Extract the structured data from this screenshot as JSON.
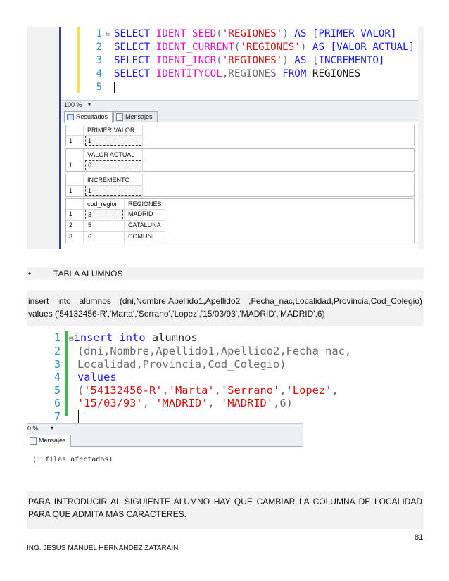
{
  "query1": {
    "lines": [
      {
        "num": "1",
        "select": "SELECT",
        "fn": "IDENT_SEED",
        "arg": "'REGIONES'",
        "as": "AS",
        "alias": "[PRIMER VALOR]"
      },
      {
        "num": "2",
        "select": "SELECT",
        "fn": "IDENT_CURRENT",
        "arg": "'REGIONES'",
        "as": "AS",
        "alias": "[VALOR ACTUAL]"
      },
      {
        "num": "3",
        "select": "SELECT",
        "fn": "IDENT_INCR",
        "arg": "'REGIONES'",
        "as": "AS",
        "alias": "[INCREMENTO]"
      },
      {
        "num": "4",
        "select": "SELECT",
        "fn": "IDENTITYCOL",
        "rest": ",REGIONES",
        "from": "FROM",
        "table": "REGIONES"
      },
      {
        "num": "5"
      }
    ],
    "zoom": "100 %",
    "tabs": {
      "results": "Resultados",
      "messages": "Mensajes"
    },
    "grids": [
      {
        "header": "PRIMER VALOR",
        "row": "1",
        "value": "1"
      },
      {
        "header": "VALOR ACTUAL",
        "row": "1",
        "value": "6"
      },
      {
        "header": "INCREMENTO",
        "row": "1",
        "value": "1"
      }
    ],
    "regions": {
      "headers": [
        "cod_region",
        "REGIONES"
      ],
      "rows": [
        {
          "n": "1",
          "cod": "3",
          "name": "MADRID"
        },
        {
          "n": "2",
          "cod": "5",
          "name": "CATALUÑA"
        },
        {
          "n": "3",
          "cod": "6",
          "name": "COMUNI..."
        }
      ]
    }
  },
  "bullet": {
    "symbol": "•",
    "text": "TABLA ALUMNOS"
  },
  "insert_text": {
    "line1": "insert into alumnos (dni,Nombre,Apellido1,Apellido2 ,Fecha_nac,Localidad,Provincia,Cod_Colegio)",
    "line2": "values ('54132456-R','Marta','Serrano','Lopez','15/03/93','MADRID','MADRID',6)"
  },
  "query2": {
    "lines": [
      {
        "num": "1"
      },
      {
        "num": "2"
      },
      {
        "num": "3"
      },
      {
        "num": "4"
      },
      {
        "num": "5"
      },
      {
        "num": "6"
      },
      {
        "num": "7"
      }
    ],
    "l1_kw1": "insert",
    "l1_kw2": "into",
    "l1_table": "alumnos",
    "l2": "(dni,Nombre,Apellido1,Apellido2,Fecha_nac,",
    "l3": "Localidad,Provincia,Cod_Colegio)",
    "l4": "values",
    "l5_open": "(",
    "l5_s1": "'54132456-R'",
    "l5_s2": "'Marta'",
    "l5_s3": "'Serrano'",
    "l5_s4": "'Lopez'",
    "l6_s1": "'15/03/93'",
    "l6_s2": "'MADRID'",
    "l6_s3": "'MADRID'",
    "l6_end": ",6)",
    "zoom": "0 %",
    "tab": "Mensajes",
    "message": "(1 filas afectadas)"
  },
  "closing_text": "PARA INTRODUCIR AL SIGUIENTE ALUMNO HAY QUE CAMBIAR LA COLUMNA DE LOCALIDAD PARA QUE ADMITA MAS CARACTERES.",
  "footer": {
    "page": "81",
    "author": "ING. JESUS MANUEL HERNANDEZ ZATARAIN"
  }
}
